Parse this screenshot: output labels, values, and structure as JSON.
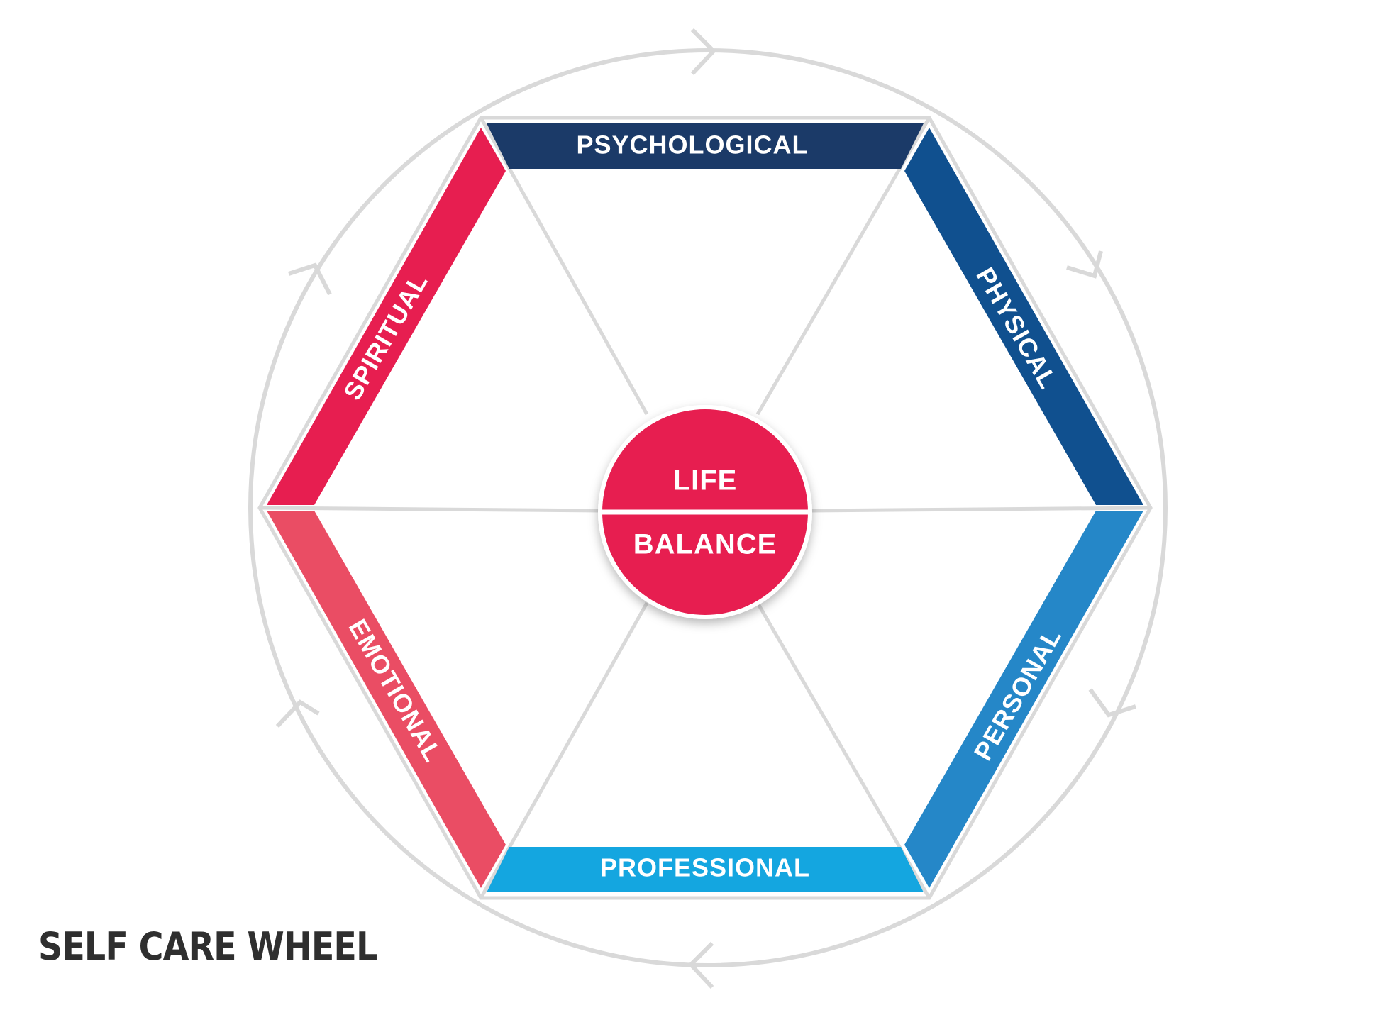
{
  "title": "SELF CARE WHEEL",
  "center": {
    "top": "LIFE",
    "bottom": "BALANCE"
  },
  "segments": [
    {
      "label": "PSYCHOLOGICAL",
      "color": "#1b3a68"
    },
    {
      "label": "PHYSICAL",
      "color": "#10508f"
    },
    {
      "label": "PERSONAL",
      "color": "#2587c8"
    },
    {
      "label": "PROFESSIONAL",
      "color": "#14a6e0"
    },
    {
      "label": "EMOTIONAL",
      "color": "#ea4d64"
    },
    {
      "label": "SPIRITUAL",
      "color": "#e71e50"
    }
  ],
  "colors": {
    "hub": "#e71e50",
    "ring": "#d9d9d9",
    "spokes": "#d9d9d9",
    "title": "#2f2f2f"
  }
}
